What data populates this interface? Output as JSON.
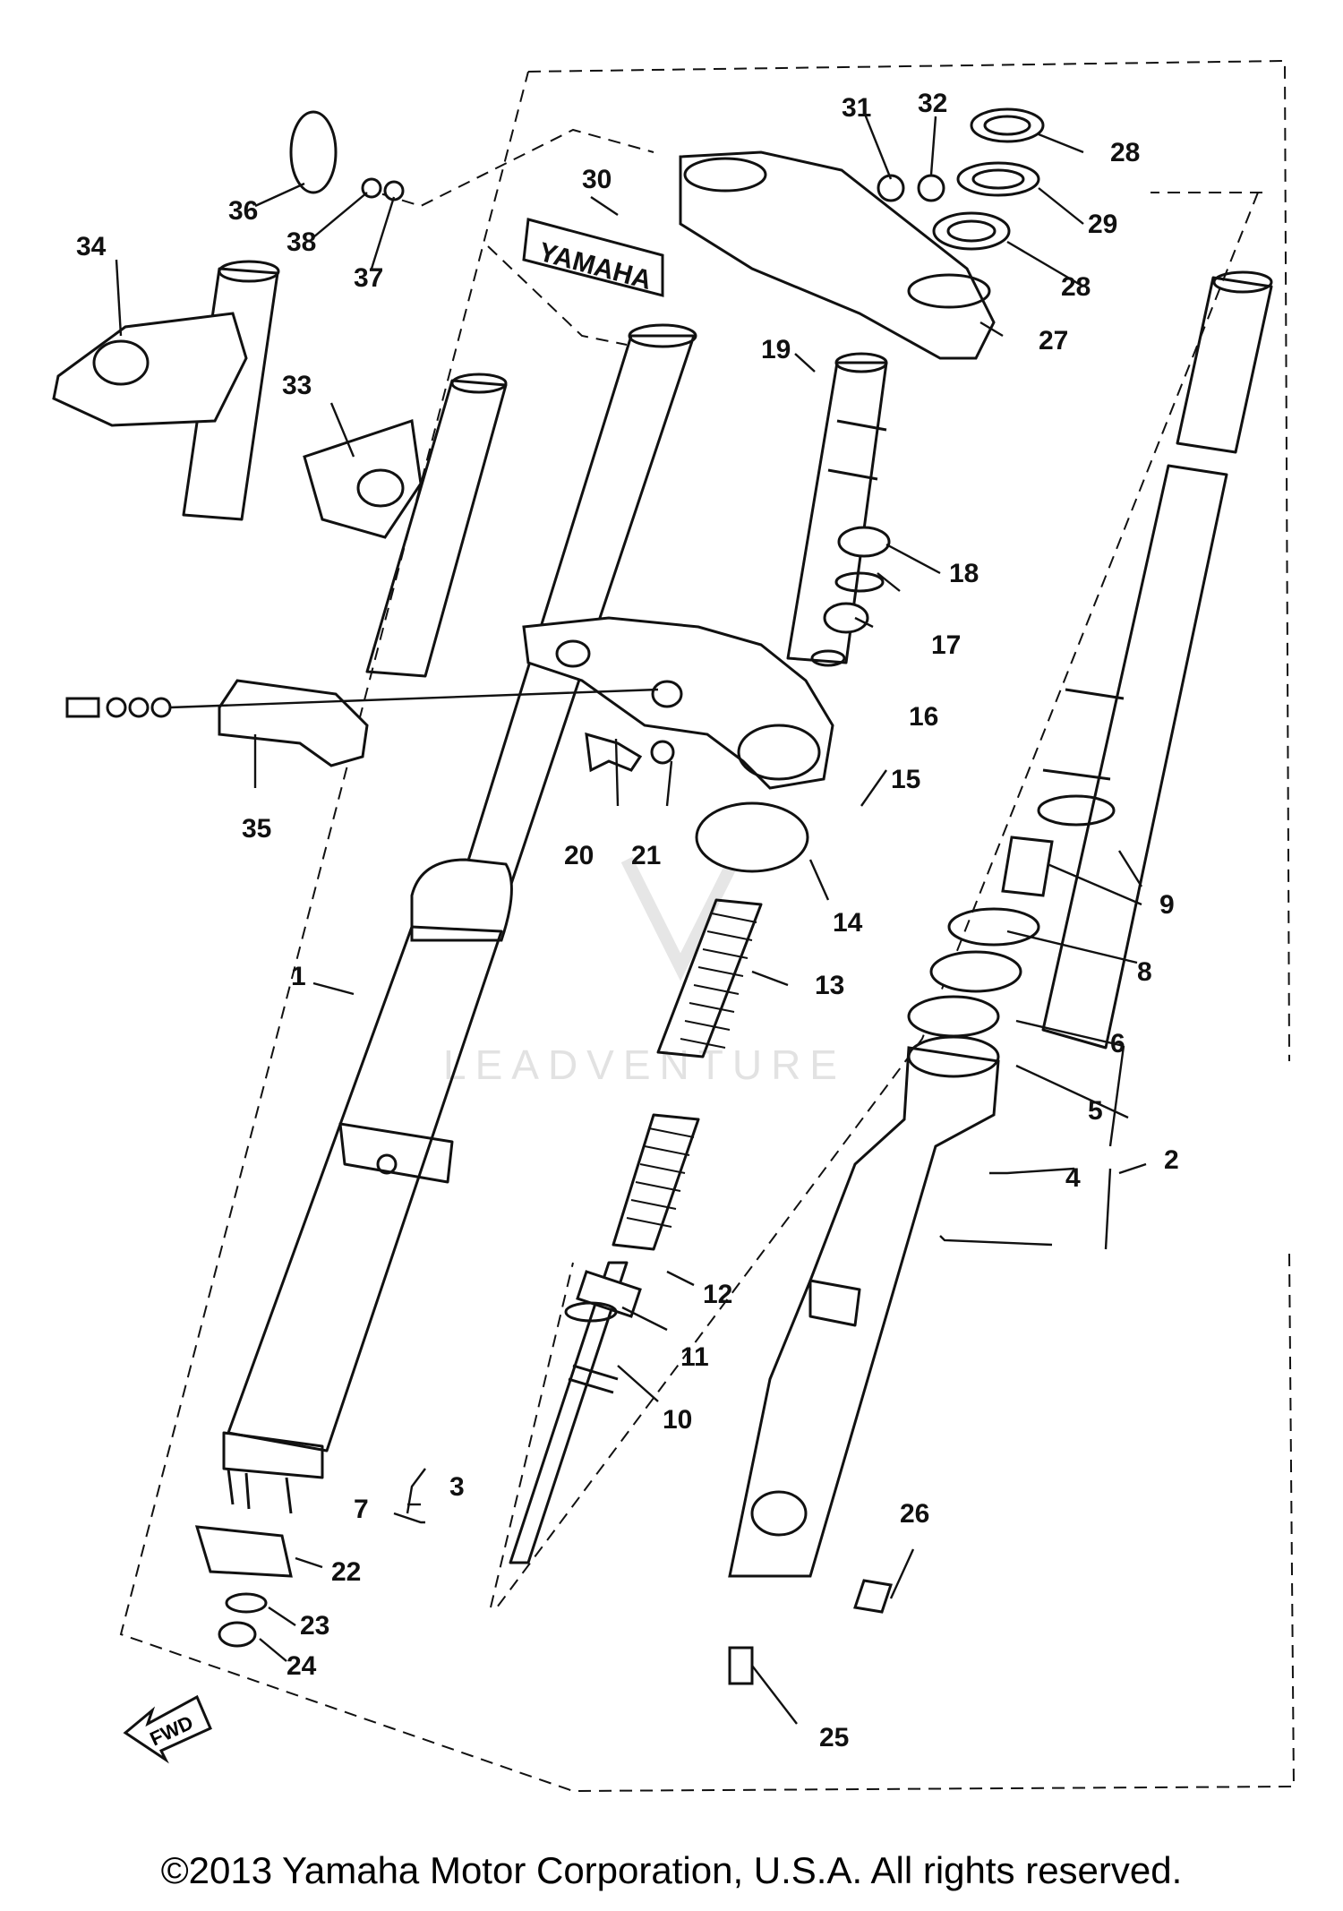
{
  "diagram": {
    "callouts": [
      "1",
      "2",
      "3",
      "4",
      "5",
      "6",
      "7",
      "8",
      "9",
      "10",
      "11",
      "12",
      "13",
      "14",
      "15",
      "16",
      "17",
      "18",
      "19",
      "20",
      "21",
      "22",
      "23",
      "24",
      "25",
      "26",
      "27",
      "28",
      "28",
      "29",
      "30",
      "31",
      "32",
      "33",
      "34",
      "35",
      "36",
      "37",
      "38"
    ],
    "fwd_arrow": "FWD",
    "emblem_text": "YAMAHA",
    "watermark": "LEADVENTURE"
  },
  "footer": {
    "copyright": "©2013 Yamaha Motor Corporation, U.S.A. All rights reserved."
  }
}
